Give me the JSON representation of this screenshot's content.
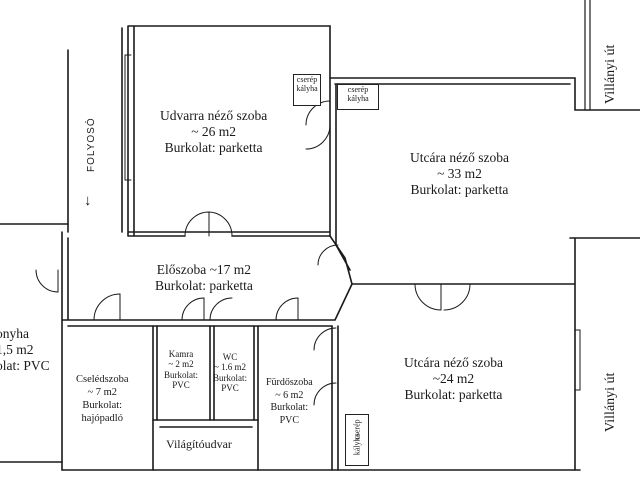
{
  "rooms": {
    "courtyard_room": {
      "name": "Udvarra néző szoba",
      "area": "~ 26 m2",
      "floor": "Burkolat: parketta"
    },
    "street_room_top": {
      "name": "Utcára néző szoba",
      "area": "~ 33 m2",
      "floor": "Burkolat: parketta"
    },
    "hall": {
      "name": "Előszoba ~17 m2",
      "floor": "Burkolat: parketta"
    },
    "street_room_bottom": {
      "name": "Utcára néző szoba",
      "area": "~24 m2",
      "floor": "Burkolat: parketta"
    },
    "kitchen": {
      "name": "onyha",
      "area": "1,5 m2",
      "floor": "olat: PVC"
    },
    "maid_room": {
      "name": "Cselédszoba",
      "area": "~ 7 m2",
      "floor_label": "Burkolat:",
      "floor": "hajópadló"
    },
    "pantry": {
      "name": "Kamra",
      "area": "~ 2 m2",
      "floor_label": "Burkolat:",
      "floor": "PVC"
    },
    "wc": {
      "name": "WC",
      "area": "~ 1.6 m2",
      "floor_label": "Burkolat:",
      "floor": "PVC"
    },
    "bathroom": {
      "name": "Fürdőszoba",
      "area": "~ 6 m2",
      "floor_label": "Burkolat:",
      "floor": "PVC"
    },
    "lightwell": {
      "name": "Világítóudvar"
    }
  },
  "corridor": {
    "label": "FOLYOSÓ",
    "arrow": "↓"
  },
  "stoves": [
    {
      "line1": "cserép",
      "line2": "kályha"
    },
    {
      "line1": "cserép",
      "line2": "kályha"
    },
    {
      "line1": "cserép",
      "line2": "kályha"
    }
  ],
  "street": {
    "top": "Villányi út",
    "bottom": "Villányi út"
  },
  "colors": {
    "line": "#1a1a1a",
    "paper": "#ffffff"
  }
}
